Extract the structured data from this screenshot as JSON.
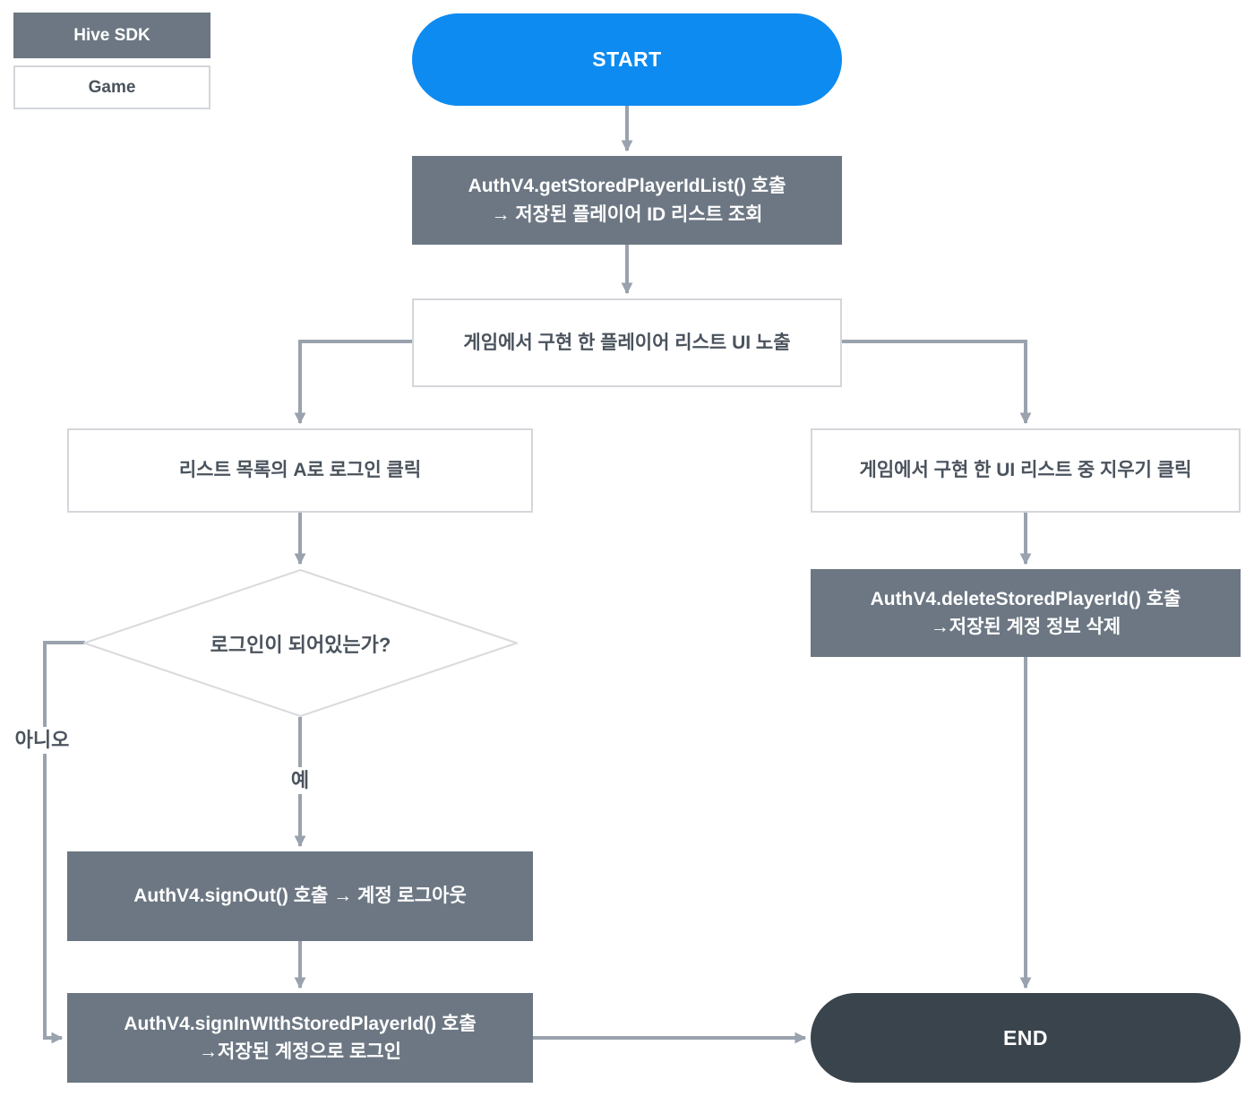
{
  "legend": {
    "hive_sdk": "Hive SDK",
    "game": "Game"
  },
  "flow": {
    "start": "START",
    "get_stored_player_id_list": "AuthV4.getStoredPlayerIdList() 호출\n→ 저장된 플레이어 ID 리스트 조회",
    "player_list_ui": "게임에서 구현 한 플레이어 리스트 UI 노출",
    "login_click": "리스트 목록의 A로 로그인 클릭",
    "delete_click": "게임에서 구현 한 UI 리스트 중 지우기 클릭",
    "login_check": "로그인이 되어있는가?",
    "label_no": "아니오",
    "label_yes": "예",
    "sign_out": "AuthV4.signOut() 호출 → 계정 로그아웃",
    "sign_in_with_stored_player_id": "AuthV4.signInWIthStoredPlayerId() 호출\n→저장된 계정으로 로그인",
    "delete_stored_player_id": "AuthV4.deleteStoredPlayerId() 호출\n→저장된 계정 정보 삭제",
    "end": "END"
  },
  "colors": {
    "accent_blue": "#0d8bf0",
    "node_gray": "#6c7783",
    "node_dark": "#3a444c",
    "connector": "#9aa2ae",
    "border_light": "#d3d6da",
    "text_dark": "#4a535d"
  }
}
